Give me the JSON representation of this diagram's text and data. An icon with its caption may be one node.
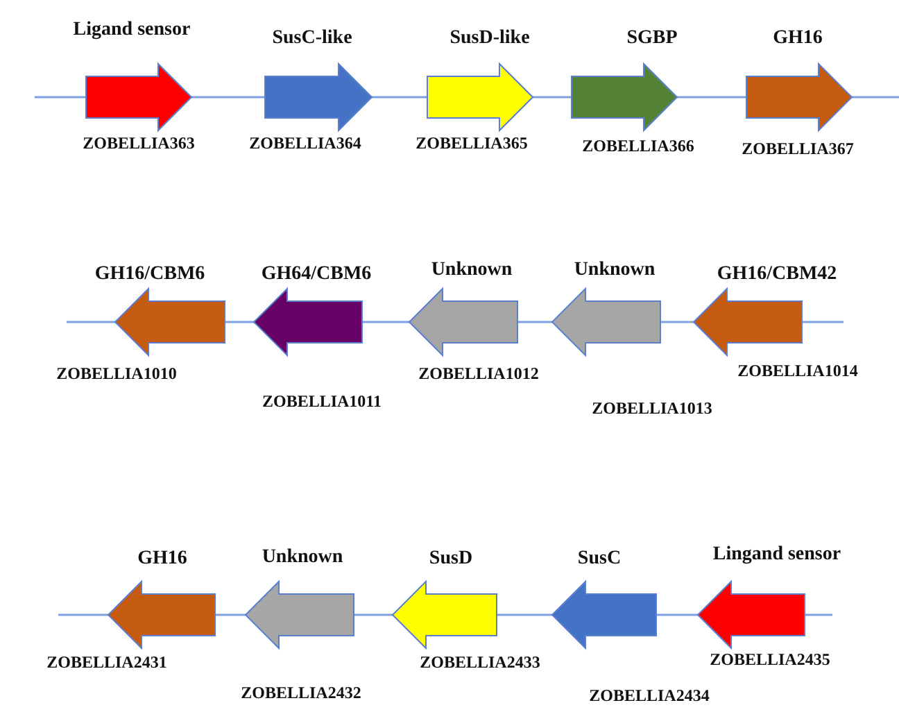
{
  "diagram": {
    "nodes": [
      {
        "text": [
          "Ligand sensor"
        ],
        "beside": [
          "ZOBELLIA363"
        ]
      },
      {
        "text": [
          "SusC-like"
        ],
        "beside": [
          "ZOBELLIA364"
        ]
      },
      {
        "text": [
          "SusD-like"
        ],
        "beside": [
          "ZOBELLIA365"
        ]
      },
      {
        "text": [
          "SGBP"
        ],
        "beside": [
          "ZOBELLIA366"
        ]
      },
      {
        "text": [
          "GH16"
        ],
        "beside": [
          "ZOBELLIA367"
        ]
      },
      {
        "text": [
          "GH16/CBM6"
        ],
        "beside": [
          "ZOBELLIA1010"
        ]
      },
      {
        "text": [
          "GH64/CBM6"
        ],
        "beside": [
          "ZOBELLIA1011"
        ]
      },
      {
        "text": [
          "Unknown"
        ],
        "beside": [
          "ZOBELLIA1012"
        ]
      },
      {
        "text": [
          "Unknown"
        ],
        "beside": [
          "ZOBELLIA1013"
        ]
      },
      {
        "text": [
          "GH16/CBM42"
        ],
        "beside": [
          "ZOBELLIA1014"
        ]
      },
      {
        "text": [
          "GH16"
        ],
        "beside": [
          "ZOBELLIA2431"
        ]
      },
      {
        "text": [
          "Unknown"
        ],
        "beside": [
          "ZOBELLIA2432"
        ]
      },
      {
        "text": [
          "SusD"
        ],
        "beside": [
          "ZOBELLIA2433"
        ]
      },
      {
        "text": [
          "SusC"
        ],
        "beside": [
          "ZOBELLIA2434"
        ]
      },
      {
        "text": [
          "Lingand sensor"
        ],
        "beside": [
          "ZOBELLIA2435"
        ]
      }
    ]
  }
}
